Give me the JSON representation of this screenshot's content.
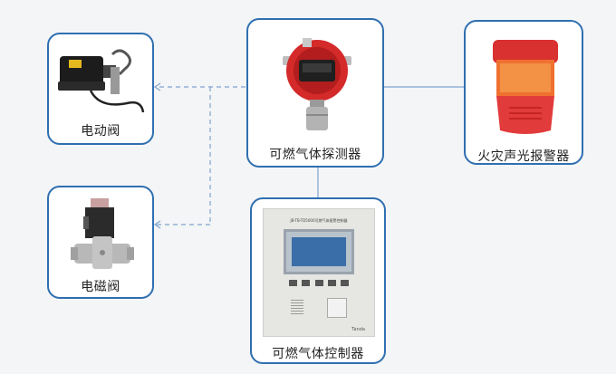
{
  "nodes": {
    "detector": {
      "label": "可燃气体探测器"
    },
    "alarm": {
      "label": "火灾声光报警器"
    },
    "motor_valve": {
      "label": "电动阀"
    },
    "solenoid_valve": {
      "label": "电磁阀"
    },
    "controller": {
      "label": "可燃气体控制器",
      "panel_model": "JB-TB-TD5000可燃气体报警控制器",
      "brand": "Tanda"
    }
  },
  "colors": {
    "card_border": "#2f6fb0",
    "connector": "#7fa3cf",
    "detector_body": "#d42a2a",
    "alarm_body": "#e23b3b"
  }
}
